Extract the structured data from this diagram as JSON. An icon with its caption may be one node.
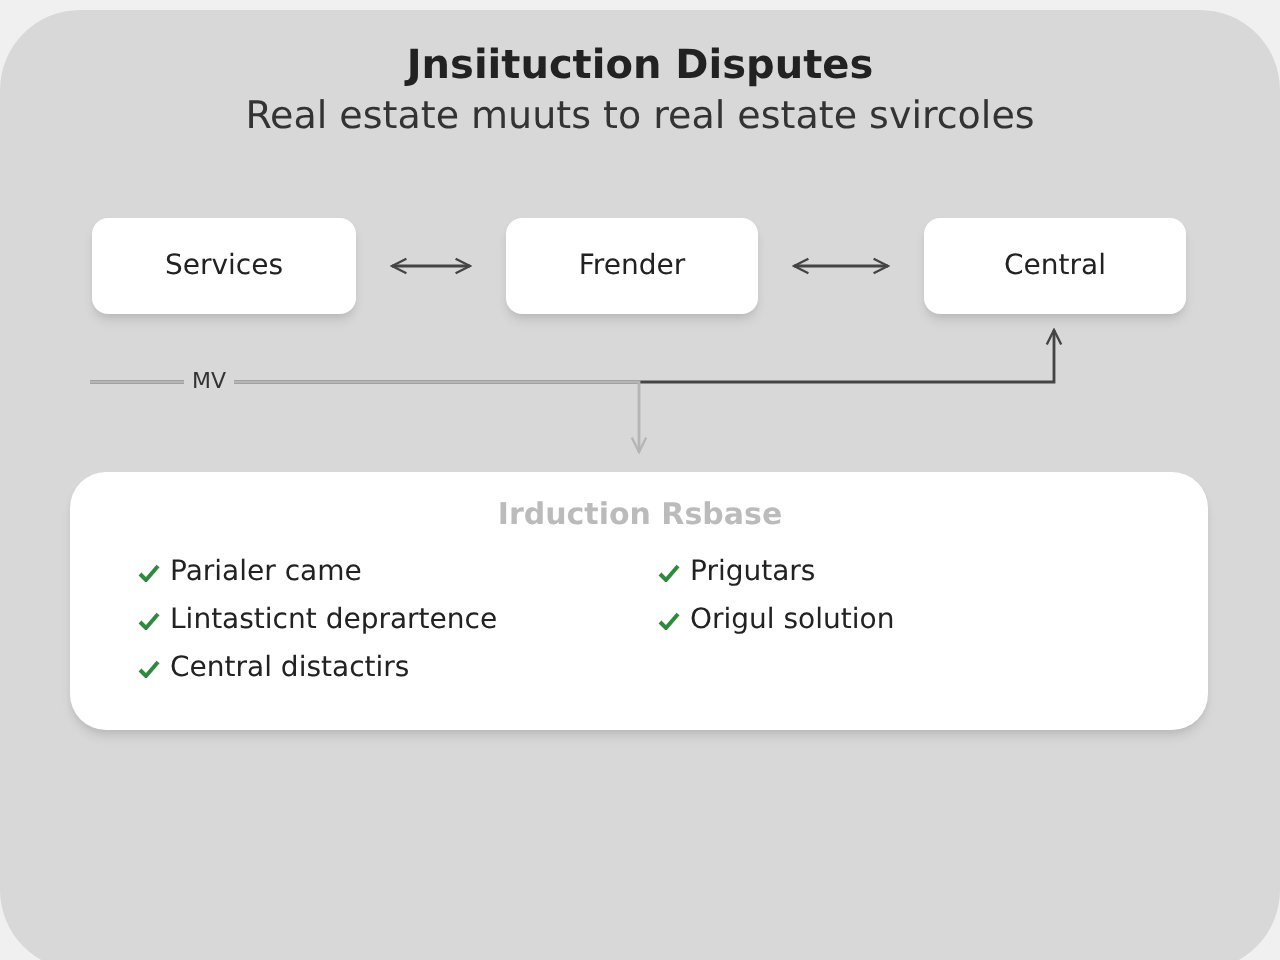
{
  "diagram": {
    "title": "Jnsiituction Disputes",
    "nodes": [
      {
        "text": [
          "Services"
        ]
      },
      {
        "text": [
          "Frender"
        ]
      },
      {
        "text": [
          "Central"
        ]
      },
      {
        "text": [
          "Irduction Rsbase",
          "Parialer came",
          "Lintasticnt deprartence",
          "Central distactirs",
          "Prigutars",
          "Origul solution"
        ]
      }
    ],
    "edges": [
      {
        "from": 0,
        "to": 1,
        "arrow": "both"
      },
      {
        "from": 1,
        "to": 2,
        "arrow": "both"
      },
      {
        "from": null,
        "to": 2,
        "arrow": "to",
        "label": "MV"
      },
      {
        "from": null,
        "to": 3,
        "arrow": "to",
        "color": "#b5b5b5"
      }
    ],
    "labels": [
      "Real estate muuts to real estate svircoles"
    ]
  }
}
